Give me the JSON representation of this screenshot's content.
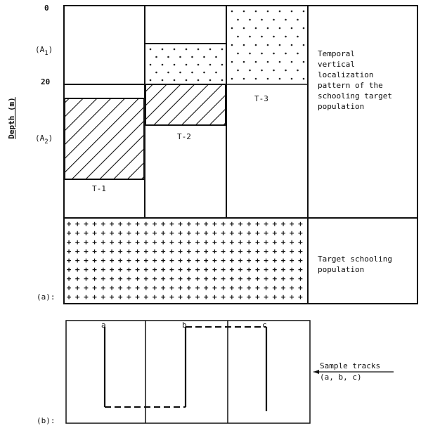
{
  "panel_a": {
    "axis_label": "Depth (m)",
    "tick_0": "0",
    "tick_a1": "(A",
    "tick_a1_sub": "1",
    "tick_a1_close": ")",
    "tick_20": "20",
    "tick_a2": "(A",
    "tick_a2_sub": "2",
    "tick_a2_close": ")",
    "panel_label": "(a):",
    "periods": [
      "T-1",
      "T-2",
      "T-3"
    ],
    "right_caption_upper": [
      "Temporal",
      "vertical",
      "localization",
      "pattern of the",
      "schooling target",
      "population"
    ],
    "right_caption_lower": [
      "Target schooling",
      "population"
    ]
  },
  "panel_b": {
    "panel_label": "(b):",
    "track_letters": [
      "a",
      "b",
      "c"
    ],
    "caption": [
      "Sample tracks",
      "(a, b, c)"
    ]
  }
}
